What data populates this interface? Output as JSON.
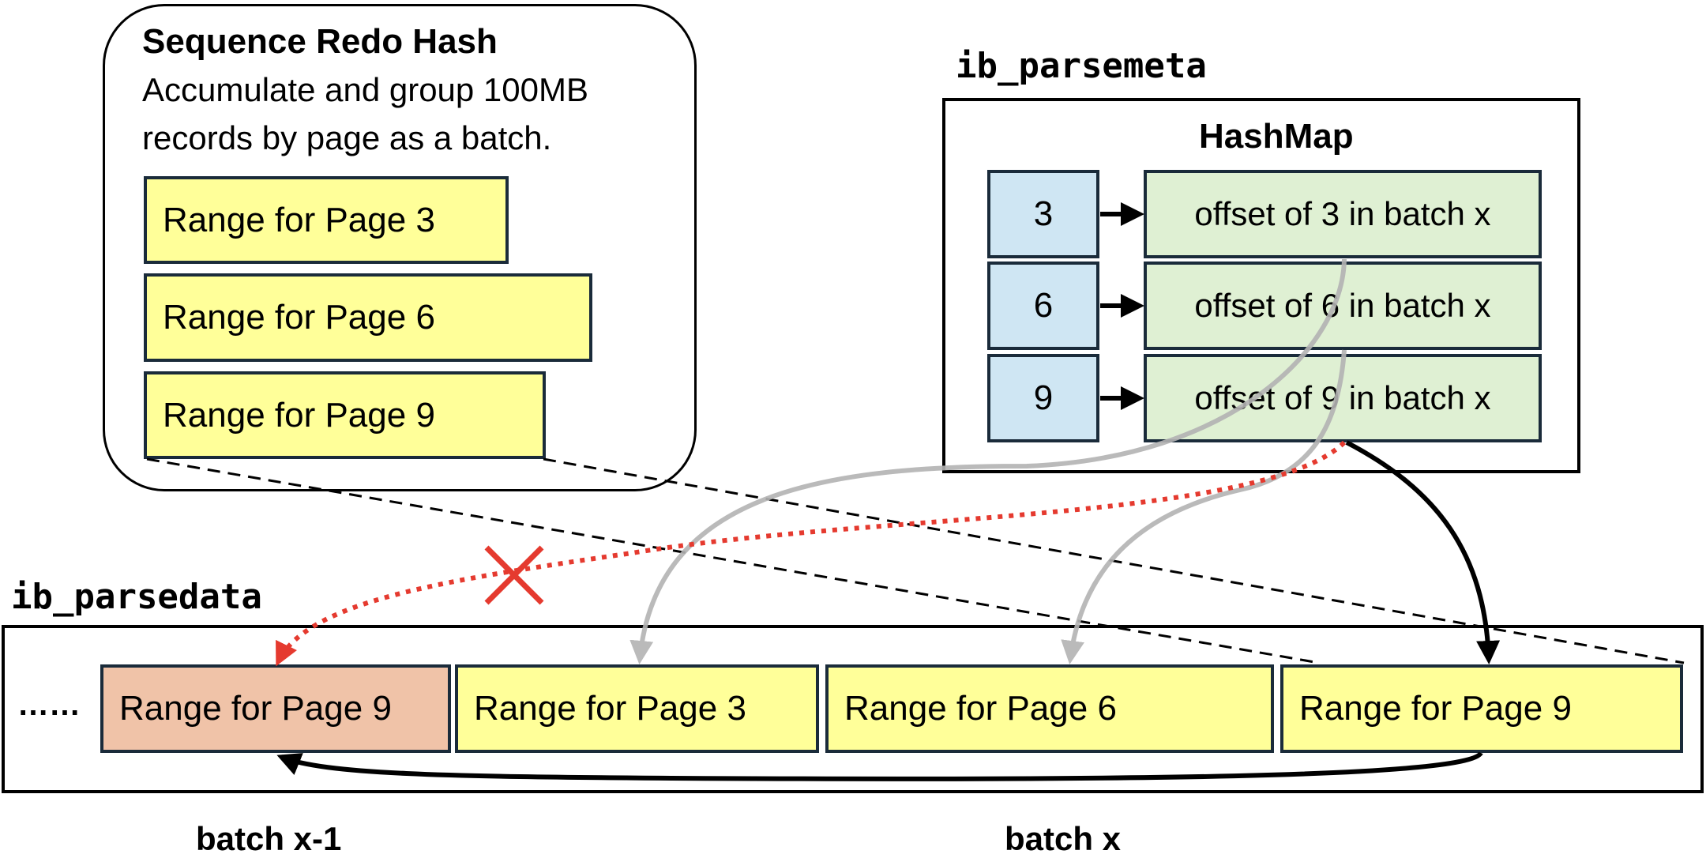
{
  "sequence_hash": {
    "title": "Sequence Redo Hash",
    "description_line1": "Accumulate and group 100MB",
    "description_line2": "records by page as a batch.",
    "ranges": [
      "Range for Page 3",
      "Range for Page 6",
      "Range for Page 9"
    ]
  },
  "parsemeta": {
    "label": "ib_parsemeta",
    "hashmap_title": "HashMap",
    "keys": [
      "3",
      "6",
      "9"
    ],
    "values": [
      "offset of 3 in batch x",
      "offset of 6 in batch x",
      "offset of 9 in batch x"
    ]
  },
  "parsedata": {
    "label": "ib_parsedata",
    "ellipsis": "……",
    "ranges": [
      "Range for Page 9",
      "Range for Page 3",
      "Range for Page 6",
      "Range for Page 9"
    ]
  },
  "batch_labels": {
    "prev": "batch x-1",
    "current": "batch x"
  },
  "colors": {
    "range_fill": "#ffff99",
    "old_range_fill": "#f0c3a8",
    "key_fill": "#cfe6f3",
    "value_fill": "#dff0d3",
    "stale_link": "#e53a2f",
    "gray_arrow": "#b3b3b3"
  }
}
